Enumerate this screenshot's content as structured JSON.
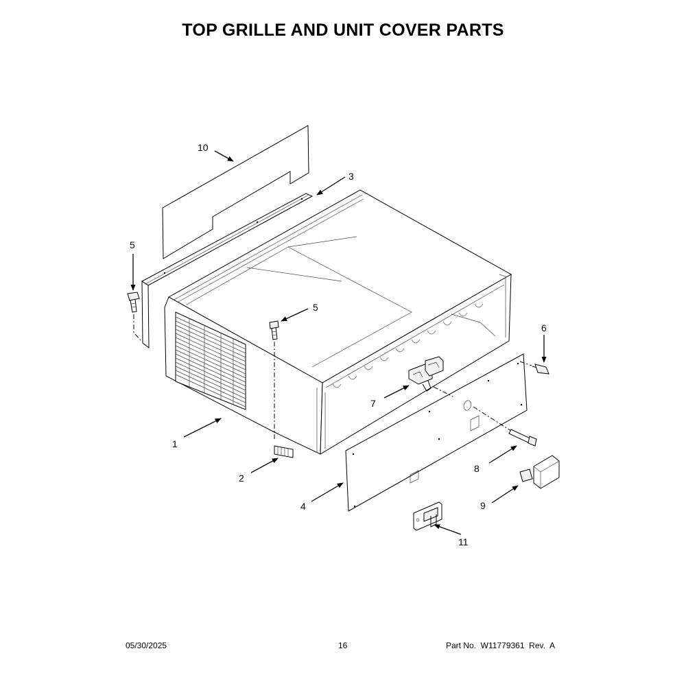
{
  "title": "TOP GRILLE AND UNIT COVER PARTS",
  "callouts": {
    "c1": "1",
    "c2": "2",
    "c3": "3",
    "c4": "4",
    "c5a": "5",
    "c5b": "5",
    "c6": "6",
    "c7": "7",
    "c8": "8",
    "c9": "9",
    "c10": "10",
    "c11": "11"
  },
  "footer": {
    "date": "05/30/2025",
    "page": "16",
    "part": "Part No.  W11779361  Rev.  A"
  }
}
